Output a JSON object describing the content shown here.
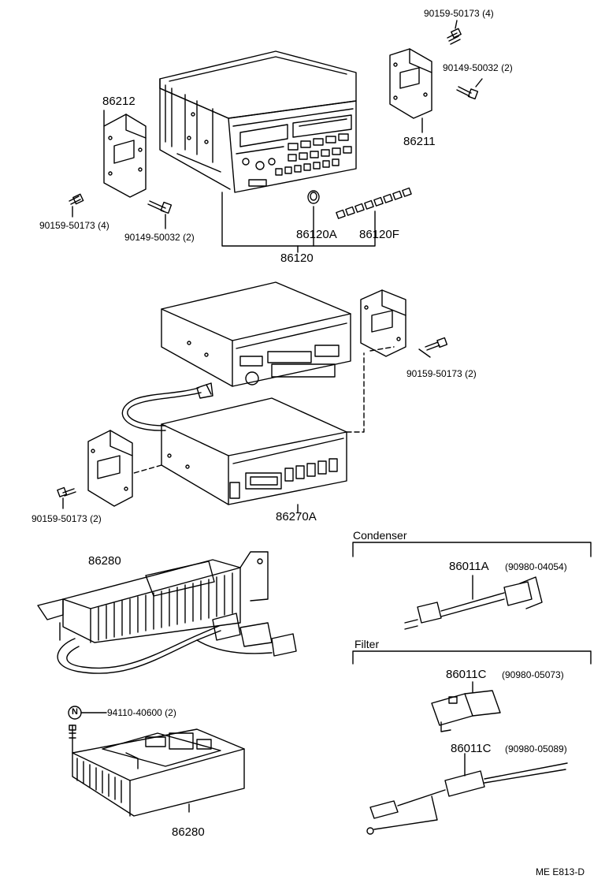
{
  "colors": {
    "ink": "#000000",
    "paper": "#ffffff"
  },
  "labels": {
    "bolt_90159_top_right": "90159-50173 (4)",
    "bolt_90149_top_right": "90149-50032 (2)",
    "bracket_86211": "86211",
    "bracket_86212": "86212",
    "bolt_90159_top_left": "90159-50173 (4)",
    "bolt_90149_top_left": "90149-50032 (2)",
    "knob_86120A": "86120A",
    "buttons_86120F": "86120F",
    "radio_86120": "86120",
    "bolt_90159_mid_right": "90159-50173 (2)",
    "bolt_90159_mid_left": "90159-50173 (2)",
    "unit_86270A": "86270A",
    "amp_86280_upper": "86280",
    "section_condenser": "Condenser",
    "condenser_86011A": "86011A",
    "condenser_86011A_ref": "(90980-04054)",
    "section_filter": "Filter",
    "filter_86011C_1": "86011C",
    "filter_86011C_1_ref": "(90980-05073)",
    "filter_86011C_2": "86011C",
    "filter_86011C_2_ref": "(90980-05089)",
    "screw_94110": "94110-40600 (2)",
    "screw_symbol": "N",
    "amp_86280_lower": "86280",
    "diagram_code": "ME  E813-D"
  }
}
